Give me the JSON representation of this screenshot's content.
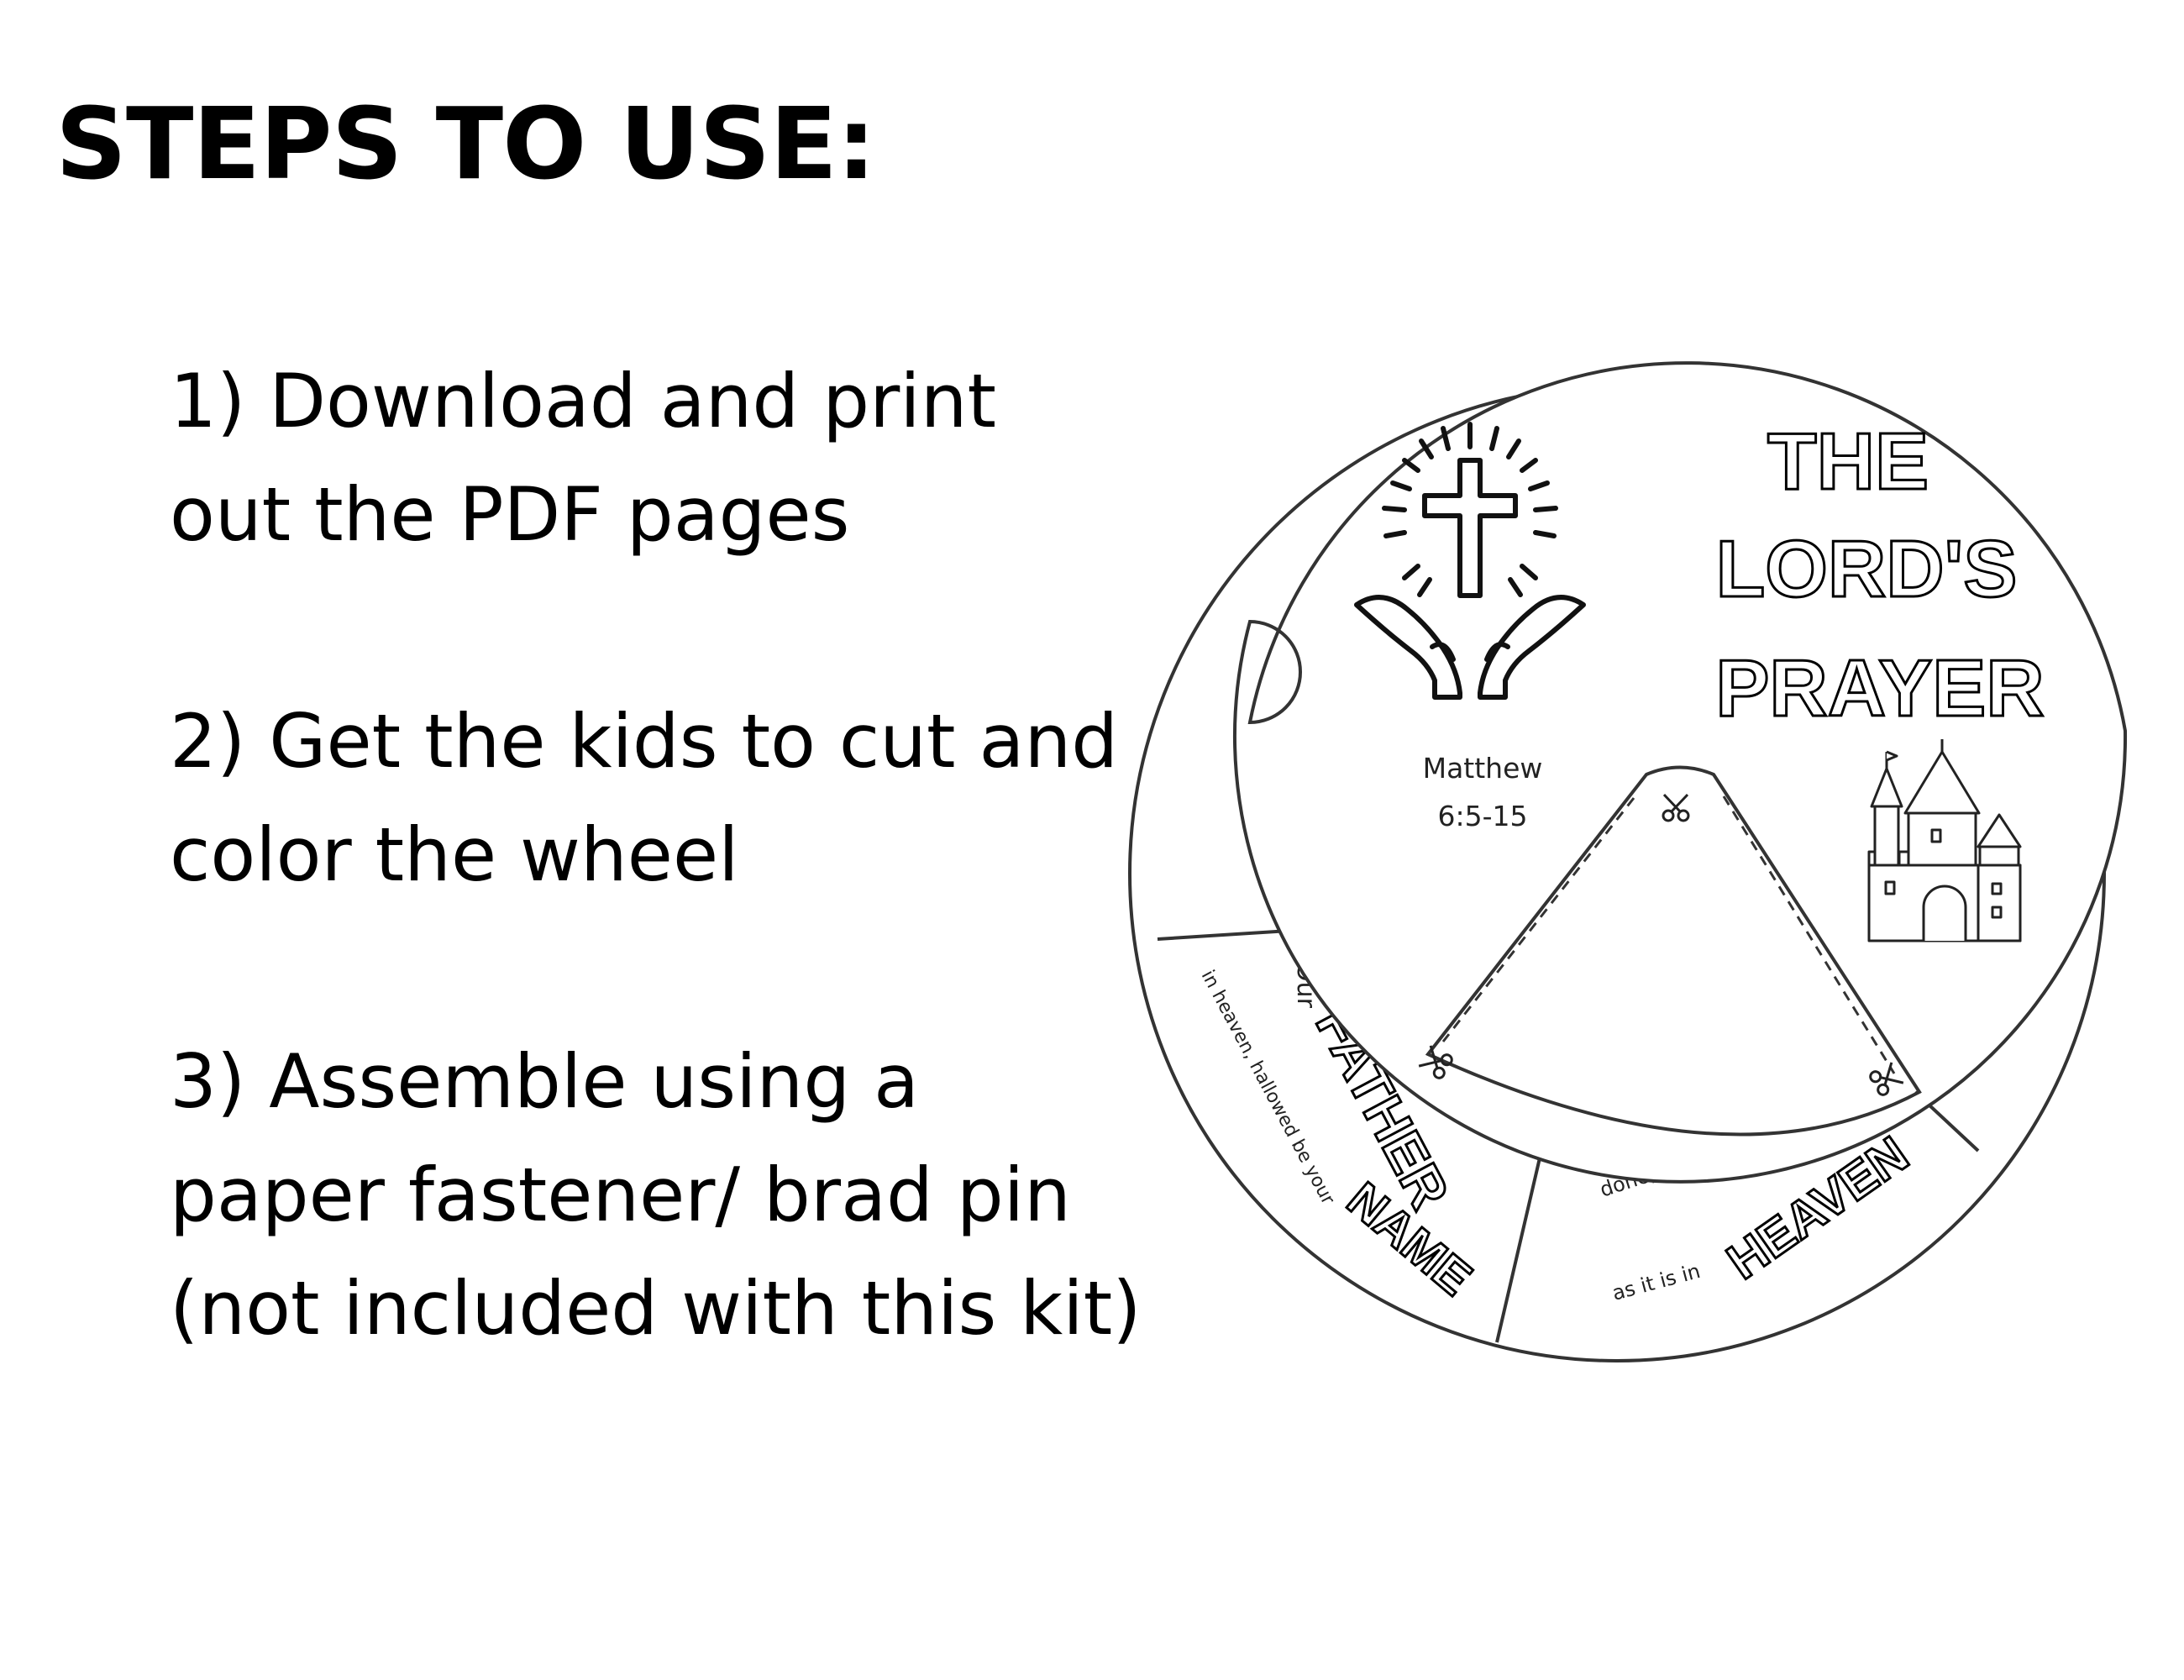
{
  "heading": "STEPS TO USE:",
  "steps": [
    {
      "lines": [
        "1) Download and print",
        "out the PDF pages"
      ]
    },
    {
      "lines": [
        "2) Get the kids to cut and",
        "color the wheel"
      ]
    },
    {
      "lines": [
        "3) Assemble using a",
        "paper fastener/ brad pin",
        "(not included with this kit)"
      ]
    }
  ],
  "wheel": {
    "title_lines": [
      "THE",
      "LORD'S",
      "PRAYER"
    ],
    "reference_lines": [
      "Matthew",
      "6:5-15"
    ],
    "segment_left": {
      "our": "Our",
      "father": "FATHER",
      "arc_text": "in heaven, hallowed be your",
      "name": "NAME"
    },
    "segment_bottom": {
      "done": "done,",
      "as_it_is_in": "as it is in",
      "heaven": "HEAVEN"
    },
    "icons": [
      "cross-icon",
      "praying-hands-icon",
      "castle-icon",
      "scissors-icon"
    ]
  }
}
